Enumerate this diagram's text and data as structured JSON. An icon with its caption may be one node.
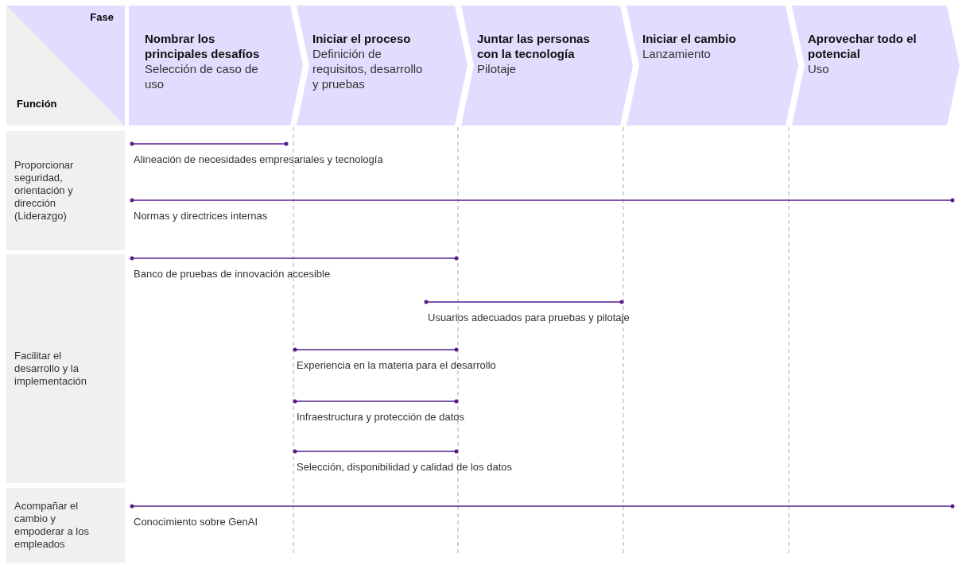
{
  "diagram": {
    "nodes": [
      {
        "text": [
          "Fase",
          "Función"
        ]
      },
      {
        "text": [
          "Nombrar los principales desafíos",
          "Selección de caso de uso"
        ]
      },
      {
        "text": [
          "Iniciar el proceso",
          "Definición de requisitos, desarrollo y pruebas"
        ]
      },
      {
        "text": [
          "Juntar las personas con la tecnología",
          "Pilotaje"
        ]
      },
      {
        "text": [
          "Iniciar el cambio",
          "Lanzamiento"
        ]
      },
      {
        "text": [
          "Aprovechar todo el potencial",
          "Uso"
        ]
      },
      {
        "text": [
          "Proporcionar seguridad, orientación y dirección (Liderazgo)"
        ]
      },
      {
        "text": [
          "Facilitar el desarrollo y la implementación"
        ]
      },
      {
        "text": [
          "Acompañar el cambio y empoderar a los empleados"
        ]
      },
      {
        "text": [],
        "shape": "bar",
        "beside": [
          "Alineación de necesidades empresariales y tecnología"
        ]
      },
      {
        "text": [],
        "shape": "bar",
        "beside": [
          "Normas y directrices internas"
        ]
      },
      {
        "text": [],
        "shape": "bar",
        "beside": [
          "Banco de pruebas de innovación accesible"
        ]
      },
      {
        "text": [],
        "shape": "bar",
        "beside": [
          "Usuarios adecuados para pruebas y pilotaje"
        ]
      },
      {
        "text": [],
        "shape": "bar",
        "beside": [
          "Experiencia en la materia para el desarrollo"
        ]
      },
      {
        "text": [],
        "shape": "bar",
        "beside": [
          "Infraestructura y protección de datos"
        ]
      },
      {
        "text": [],
        "shape": "bar",
        "beside": [
          "Selección, disponibilidad y calidad de los datos"
        ]
      },
      {
        "text": [],
        "shape": "bar",
        "beside": [
          "Conocimiento sobre GenAI"
        ]
      }
    ]
  }
}
